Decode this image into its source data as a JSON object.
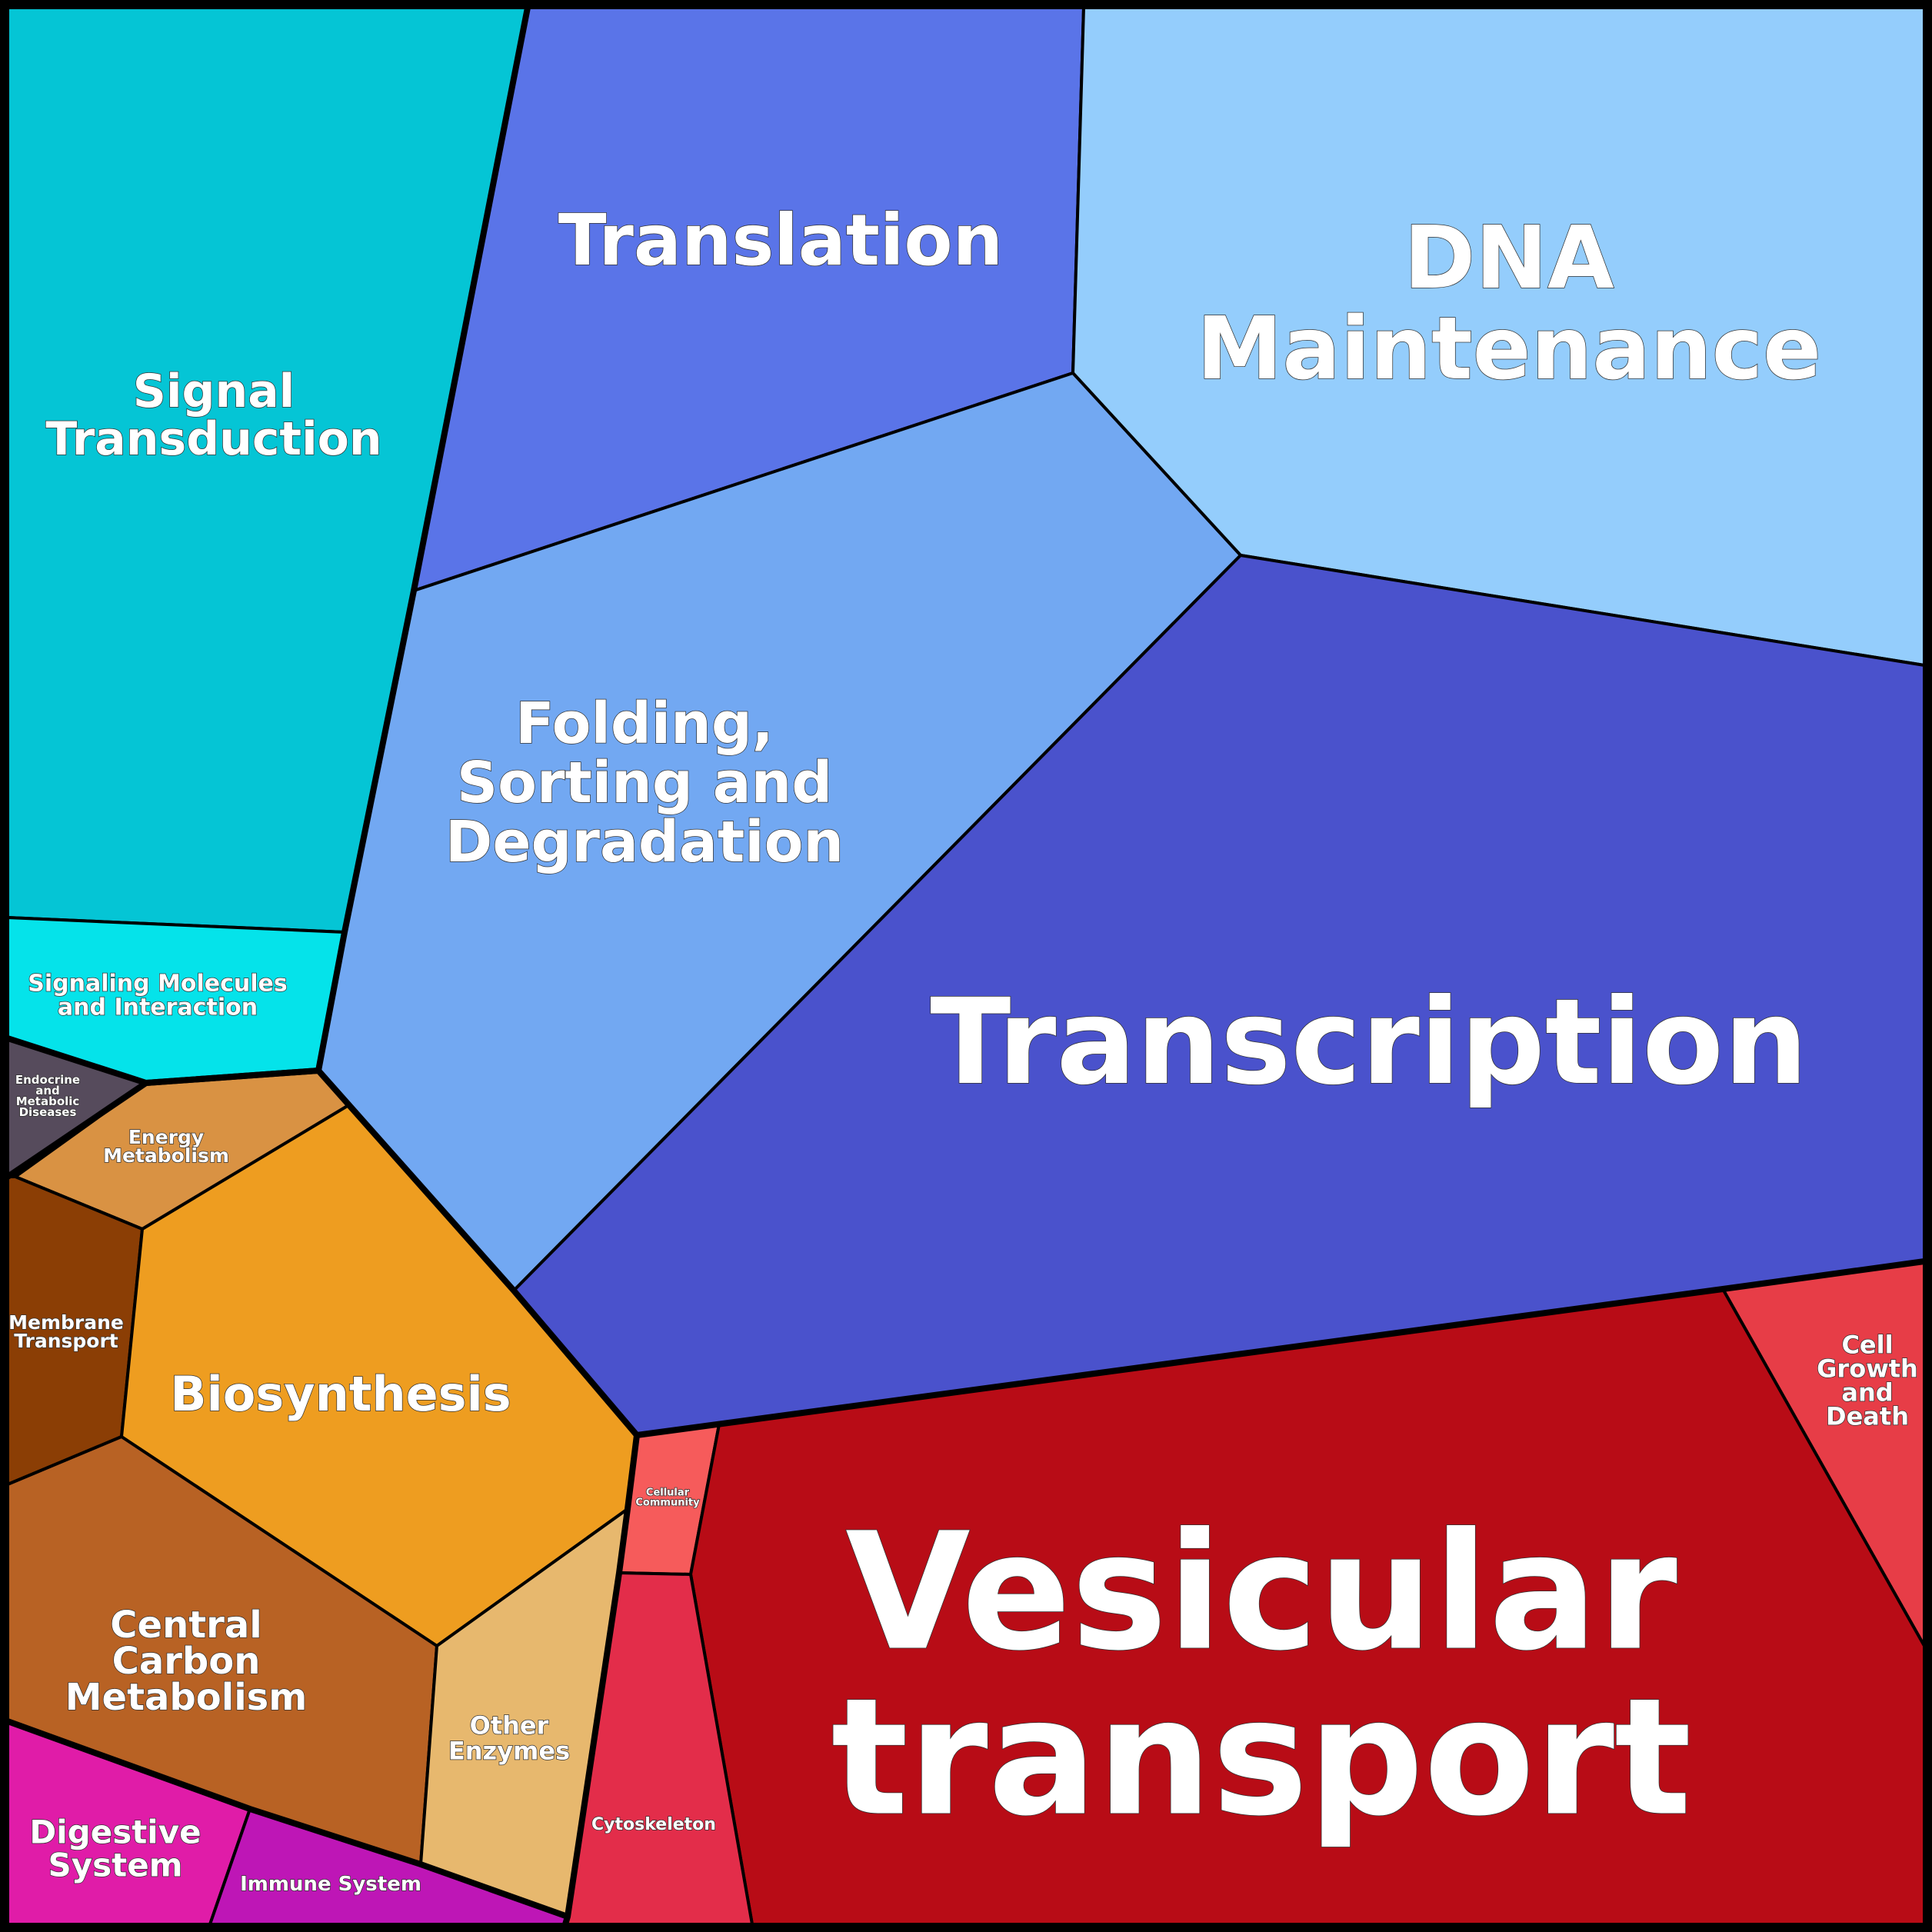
{
  "labels": {
    "signal_transduction": [
      "Signal",
      "Transduction"
    ],
    "translation": [
      "Translation"
    ],
    "dna_maintenance": [
      "DNA",
      "Maintenance"
    ],
    "folding": [
      "Folding,",
      "Sorting and",
      "Degradation"
    ],
    "signaling_molecules": [
      "Signaling Molecules",
      "and Interaction"
    ],
    "transcription": [
      "Transcription"
    ],
    "endocrine": [
      "Endocrine",
      "and",
      "Metabolic",
      "Diseases"
    ],
    "energy_metabolism": [
      "Energy",
      "Metabolism"
    ],
    "membrane_transport": [
      "Membrane",
      "Transport"
    ],
    "biosynthesis": [
      "Biosynthesis"
    ],
    "cell_growth": [
      "Cell",
      "Growth",
      "and",
      "Death"
    ],
    "cellular_community": [
      "Cellular",
      "Community"
    ],
    "vesicular_transport": [
      "Vesicular",
      "transport"
    ],
    "central_carbon": [
      "Central",
      "Carbon",
      "Metabolism"
    ],
    "other_enzymes": [
      "Other",
      "Enzymes"
    ],
    "cytoskeleton": [
      "Cytoskeleton"
    ],
    "digestive_system": [
      "Digestive",
      "System"
    ],
    "immune_system": [
      "Immune System"
    ]
  },
  "colors": {
    "signal_transduction": "#05c5d5",
    "translation": "#5a74e8",
    "dna_maintenance": "#94cdfc",
    "folding": "#72a8f2",
    "signaling_molecules": "#05e3ea",
    "transcription": "#4a52cc",
    "endocrine": "#564b5c",
    "energy_metabolism": "#d99243",
    "membrane_transport": "#8b3e05",
    "biosynthesis": "#ee9d20",
    "cell_growth": "#e73d47",
    "cellular_community": "#f65b5b",
    "vesicular_transport": "#b80c16",
    "central_carbon": "#b86224",
    "other_enzymes": "#e7b86e",
    "cytoskeleton": "#e32d4a",
    "digestive_system": "#e01ca8",
    "immune_system": "#be16b6"
  }
}
